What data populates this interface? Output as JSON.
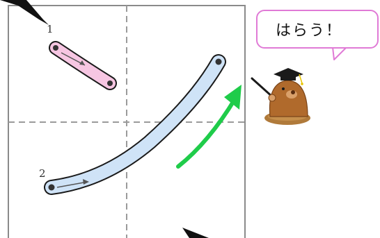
{
  "stroke_guide": {
    "stroke_1": {
      "number": "1",
      "color": "#f6c6e2"
    },
    "stroke_2": {
      "number": "2",
      "color": "#cfe3f7"
    },
    "direction_arrow_color": "#1fcc4a"
  },
  "speech_bubble": {
    "text": "はらう！",
    "border_color": "#e07ad6"
  },
  "mascot": {
    "icon": "mole-teacher-icon"
  }
}
